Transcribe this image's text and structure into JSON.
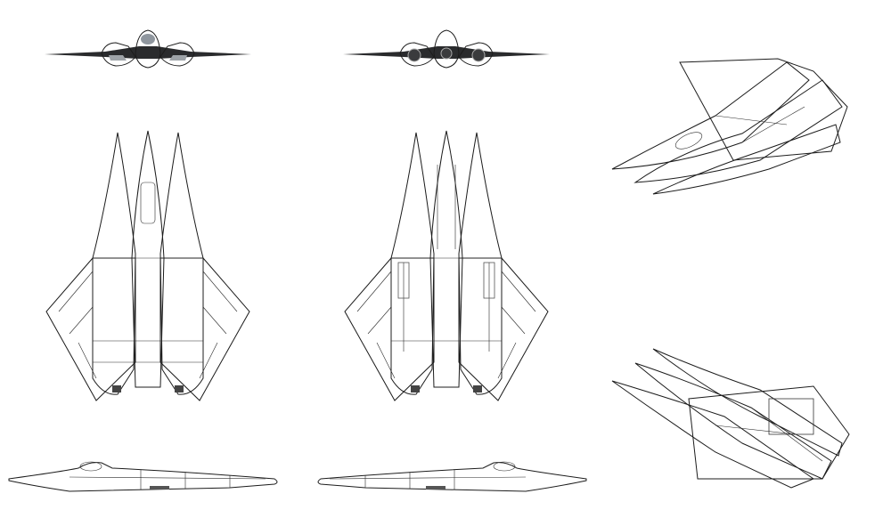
{
  "sheet": {
    "background": "#ffffff",
    "colors": {
      "hull_dark": "#5a5c60",
      "hull_mid": "#8a8c90",
      "hull_light": "#c9ccd1",
      "outline": "#1c1c1c",
      "canopy": "#b9c0c8"
    },
    "views": [
      {
        "name": "front-view"
      },
      {
        "name": "rear-view"
      },
      {
        "name": "top-view"
      },
      {
        "name": "bottom-view"
      },
      {
        "name": "left-side-view"
      },
      {
        "name": "right-side-view"
      },
      {
        "name": "iso-top-view"
      },
      {
        "name": "iso-bottom-view"
      }
    ]
  }
}
